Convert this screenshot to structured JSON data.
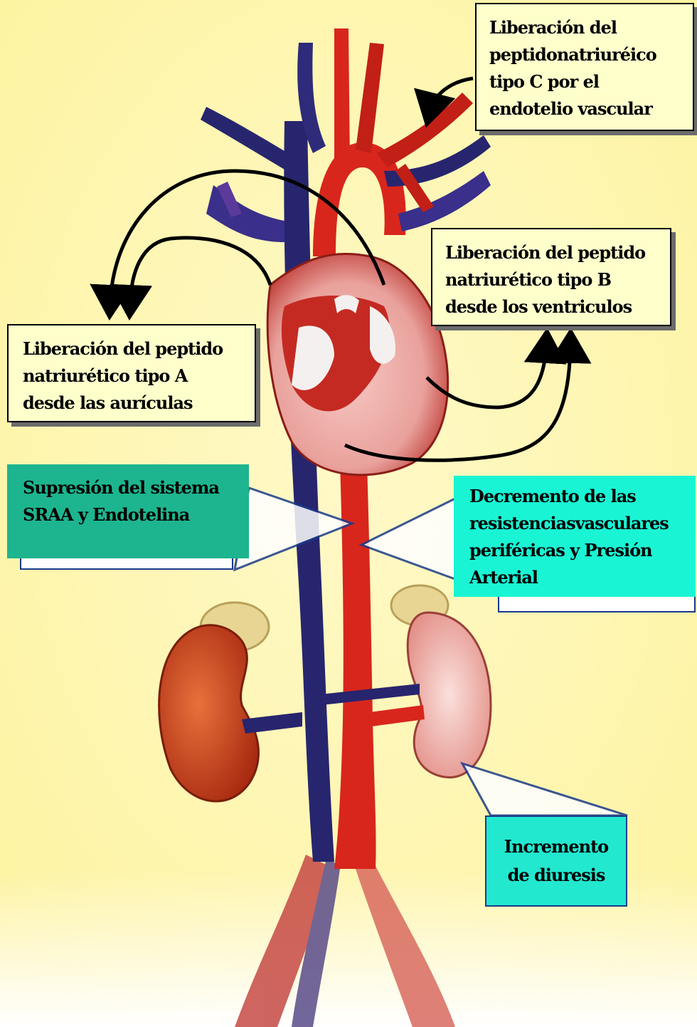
{
  "colors": {
    "background": "#fff6b0",
    "artery": "#d8261c",
    "vein": "#27256e",
    "callout_yellow": "#ffffcc",
    "callout_green": "#1db58f",
    "callout_cyan": "#19f5d4"
  },
  "labels": {
    "bnp_c": "Liberación del\npeptidonatriuréico\ntipo C por el\nendotelio vascular",
    "bnp_b": "Liberación del peptido\nnatriurético tipo B\ndesde los ventriculos",
    "anp_a": "Liberación del peptido\nnatriurético tipo A\ndesde las aurículas",
    "suppression": "Supresión del sistema\nSRAA y Endotelina",
    "decrease": "Decremento de las\nresistenciasvasculares\nperiféricas y Presión\nArterial",
    "diuresis": "Incremento\nde diuresis"
  }
}
